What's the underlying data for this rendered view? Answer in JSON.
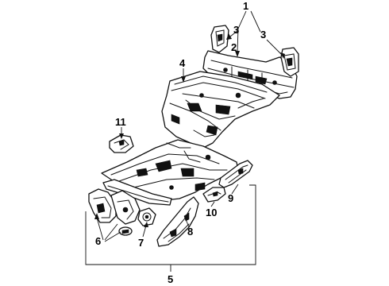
{
  "callouts": {
    "c1": "1",
    "c2": "2",
    "c3a": "3",
    "c3b": "3",
    "c4": "4",
    "c5": "5",
    "c6": "6",
    "c7": "7",
    "c8": "8",
    "c9": "9",
    "c10": "10",
    "c11": "11"
  }
}
